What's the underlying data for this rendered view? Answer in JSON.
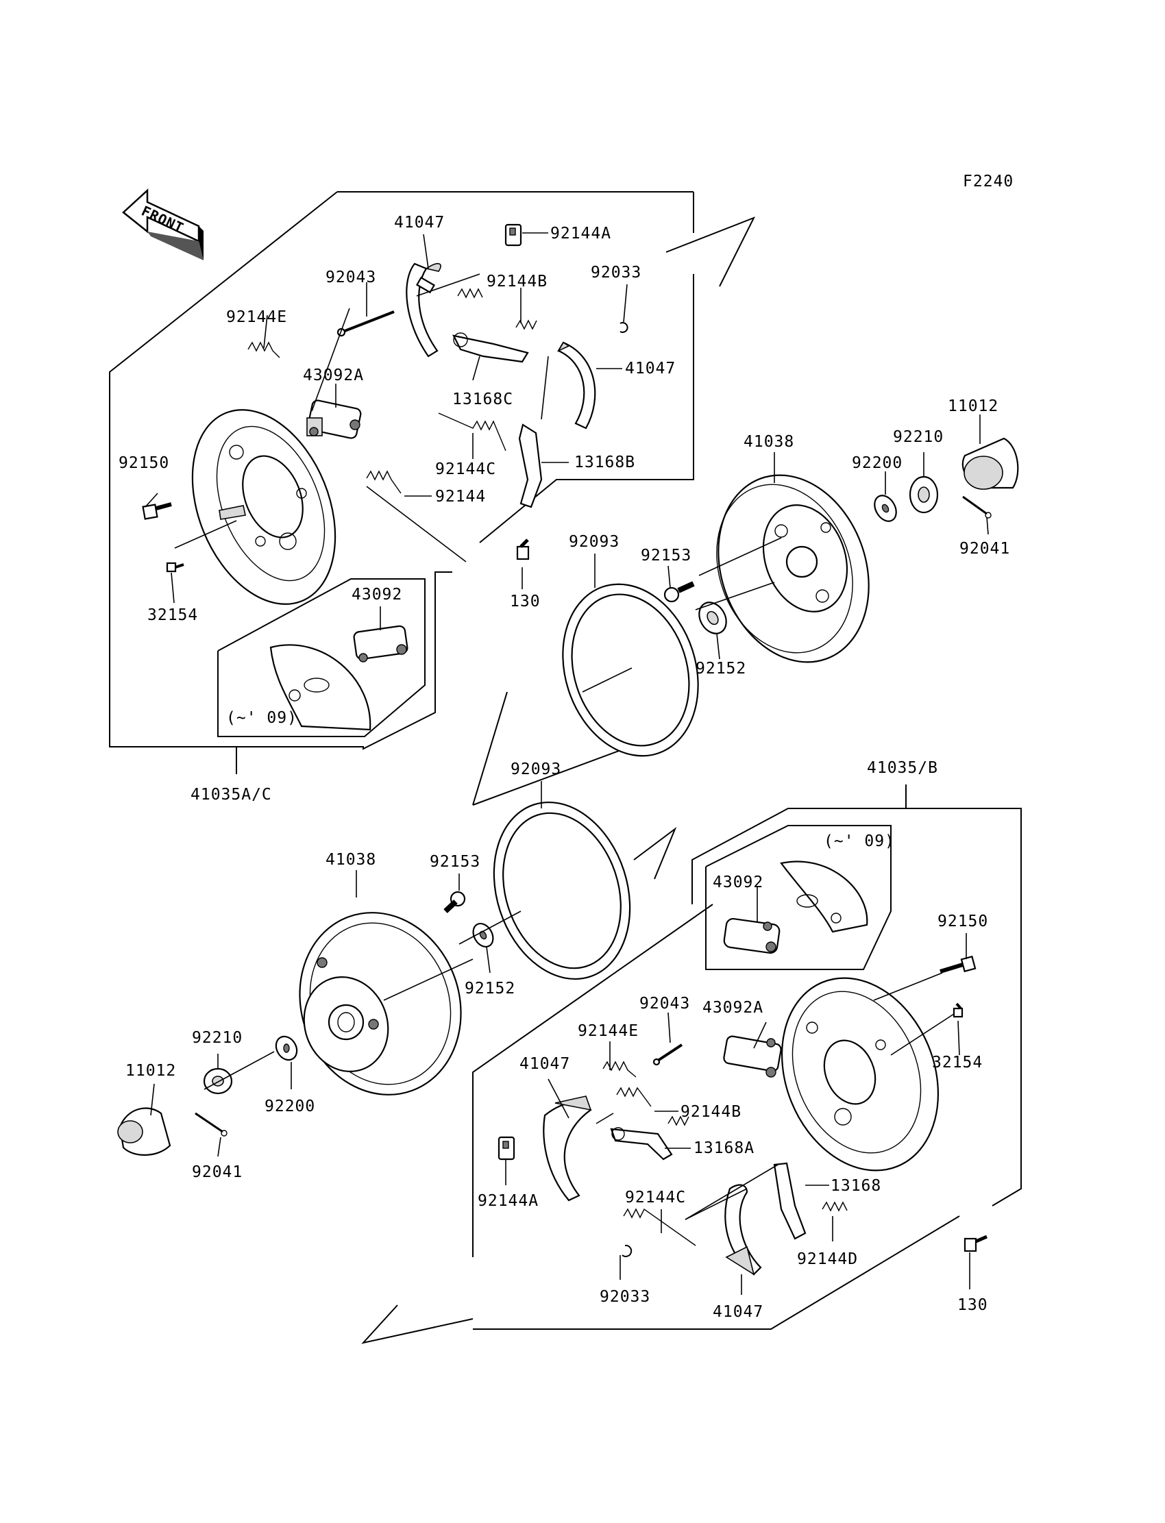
{
  "figure_code": "F2240",
  "front_arrow_label": "FRONT",
  "variant_notes": {
    "top": "(~' 09)",
    "bottom": "(~' 09)"
  },
  "assemblies": {
    "upper": "41035A/C",
    "lower": "41035/B"
  },
  "labels": {
    "t41047a": "41047",
    "t92144A": "92144A",
    "t92043": "92043",
    "t92144B": "92144B",
    "t92033": "92033",
    "t92144E": "92144E",
    "t43092A": "43092A",
    "t41047b": "41047",
    "t13168C": "13168C",
    "t11012": "11012",
    "t92150": "92150",
    "t92144C": "92144C",
    "t13168B": "13168B",
    "t41038": "41038",
    "t92210": "92210",
    "t92200": "92200",
    "t92144": "92144",
    "t92041": "92041",
    "t92093": "92093",
    "t92153": "92153",
    "t43092": "43092",
    "t130": "130",
    "t32154": "32154",
    "t92152": "92152",
    "b92093": "92093",
    "b41038": "41038",
    "b92153": "92153",
    "b43092": "43092",
    "b92150": "92150",
    "b92152": "92152",
    "b92043": "92043",
    "b43092A": "43092A",
    "b92210": "92210",
    "b92144E": "92144E",
    "b32154": "32154",
    "b11012": "11012",
    "b41047a": "41047",
    "b92200": "92200",
    "b92144B": "92144B",
    "b13168A": "13168A",
    "b92041": "92041",
    "b13168": "13168",
    "b92144A": "92144A",
    "b92144C": "92144C",
    "b92144D": "92144D",
    "b92033": "92033",
    "b130": "130",
    "b41047b": "41047"
  },
  "colors": {
    "line": "#000000",
    "background": "#ffffff",
    "shade": "#d9d9d9"
  }
}
